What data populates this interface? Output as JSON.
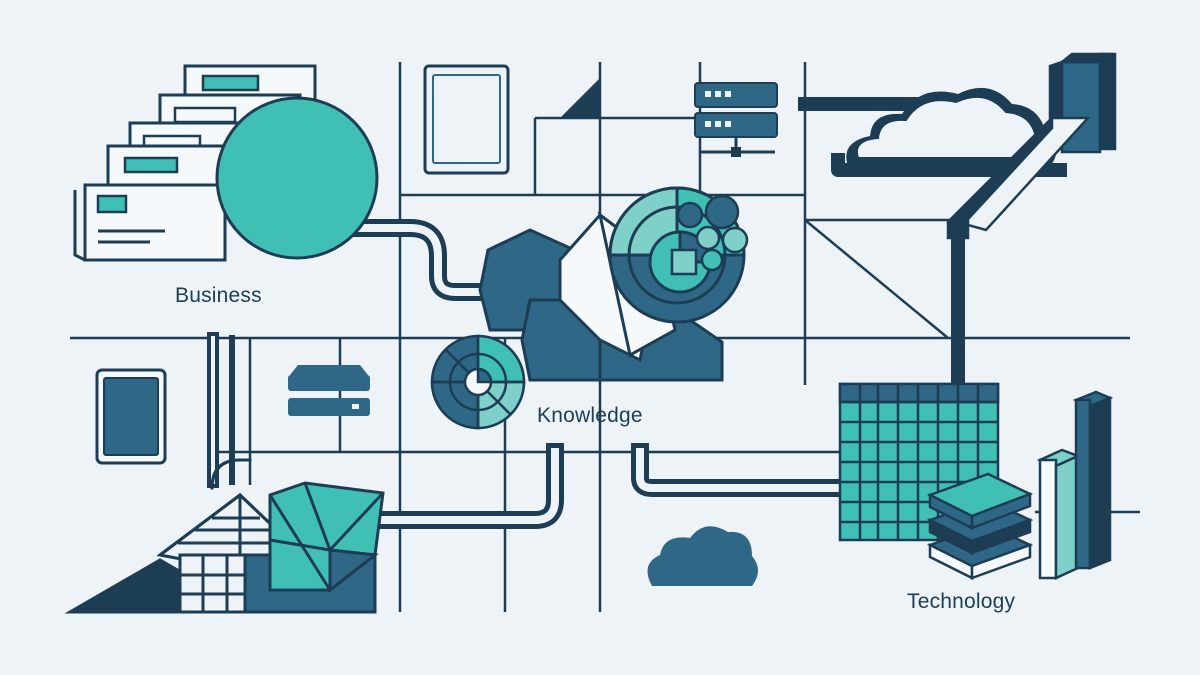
{
  "labels": {
    "business": "Business",
    "knowledge": "Knowledge",
    "technology": "Technology"
  },
  "colors": {
    "background": "#eef3f8",
    "navy": "#1d3d55",
    "steel_blue": "#2f6786",
    "teal": "#40c0b5",
    "light_teal": "#7fd0c8",
    "pale": "#f6f9fc"
  },
  "icons": [
    "document-stack-icon",
    "circle-icon",
    "tablet-icon",
    "server-rack-icon",
    "cloud-icon",
    "puzzle-cluster-icon",
    "pie-chart-icon",
    "hard-drive-icon",
    "house-icon",
    "table-grid-icon",
    "layer-stack-icon",
    "bar-chart-icon"
  ]
}
